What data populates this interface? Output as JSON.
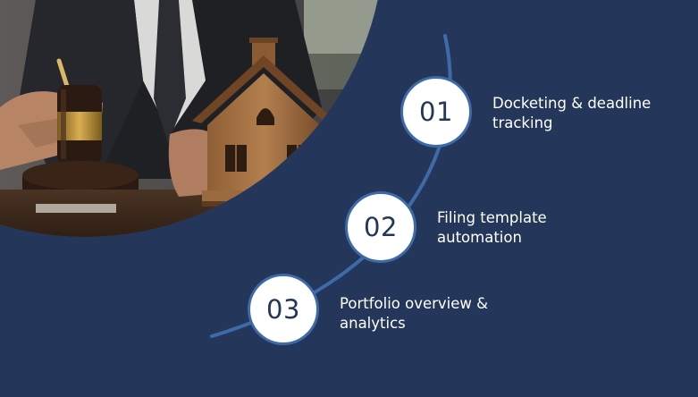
{
  "photo": {
    "subject": "judge-gavel-and-wooden-house-model"
  },
  "colors": {
    "background": "#24375a",
    "arc": "#3e6aa8",
    "circle_fill": "#ffffff",
    "number_text": "#24375a",
    "label_text": "#ffffff"
  },
  "steps": [
    {
      "number": "01",
      "label_line1": "Docketing & deadline",
      "label_line2": "tracking"
    },
    {
      "number": "02",
      "label_line1": "Filing template",
      "label_line2": "automation"
    },
    {
      "number": "03",
      "label_line1": "Portfolio overview &",
      "label_line2": "analytics"
    }
  ]
}
